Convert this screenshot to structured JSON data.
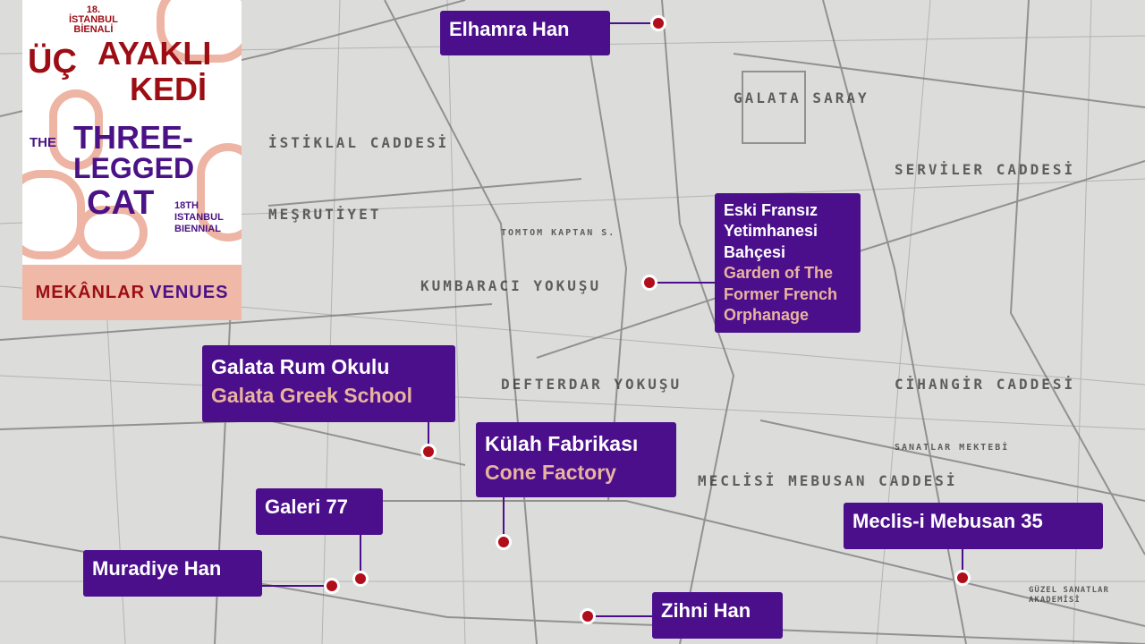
{
  "poster": {
    "biennial_tr": [
      "18.",
      "İSTANBUL",
      "BİENALİ"
    ],
    "title_tr": [
      "ÜÇ",
      "AYAKLI",
      "KEDİ"
    ],
    "title_en_prefix": "THE",
    "title_en": [
      "THREE-",
      "LEGGED",
      "CAT"
    ],
    "biennial_en": [
      "18TH",
      "ISTANBUL",
      "BIENNIAL"
    ],
    "venues_tr": "MEKÂNLAR",
    "venues_en": "VENUES"
  },
  "colors": {
    "label_bg": "#4b0f8c",
    "label_en": "#e9b49e",
    "marker": "#b10e1c",
    "title_red": "#9c0d14",
    "title_purple": "#4a1286"
  },
  "streets": [
    "MECLİSİ MEBUSAN CADDESİ",
    "İSTİKLAL CADDESİ",
    "GALATA SARAY",
    "CİHANGİR CADDESİ",
    "SERVİLER CADDESİ",
    "MEŞRUTİYET",
    "DEFTERDAR YOKUŞU",
    "KUMBARACI YOKUŞU",
    "SANATLAR MEKTEBİ",
    "GÜZEL SANATLAR AKADEMİSİ",
    "TOMTOM KAPTAN S."
  ],
  "venues": [
    {
      "tr": "Elhamra Han",
      "en": ""
    },
    {
      "tr": "Eski Fransız\nYetimhanesi\nBahçesi",
      "en": "Garden of The\nFormer French\nOrphanage"
    },
    {
      "tr": "Galata Rum Okulu",
      "en": "Galata Greek School"
    },
    {
      "tr": "Külah Fabrikası",
      "en": "Cone Factory"
    },
    {
      "tr": "Galeri 77",
      "en": ""
    },
    {
      "tr": "Muradiye Han",
      "en": ""
    },
    {
      "tr": "Zihni Han",
      "en": ""
    },
    {
      "tr": "Meclis-i Mebusan 35",
      "en": ""
    }
  ]
}
